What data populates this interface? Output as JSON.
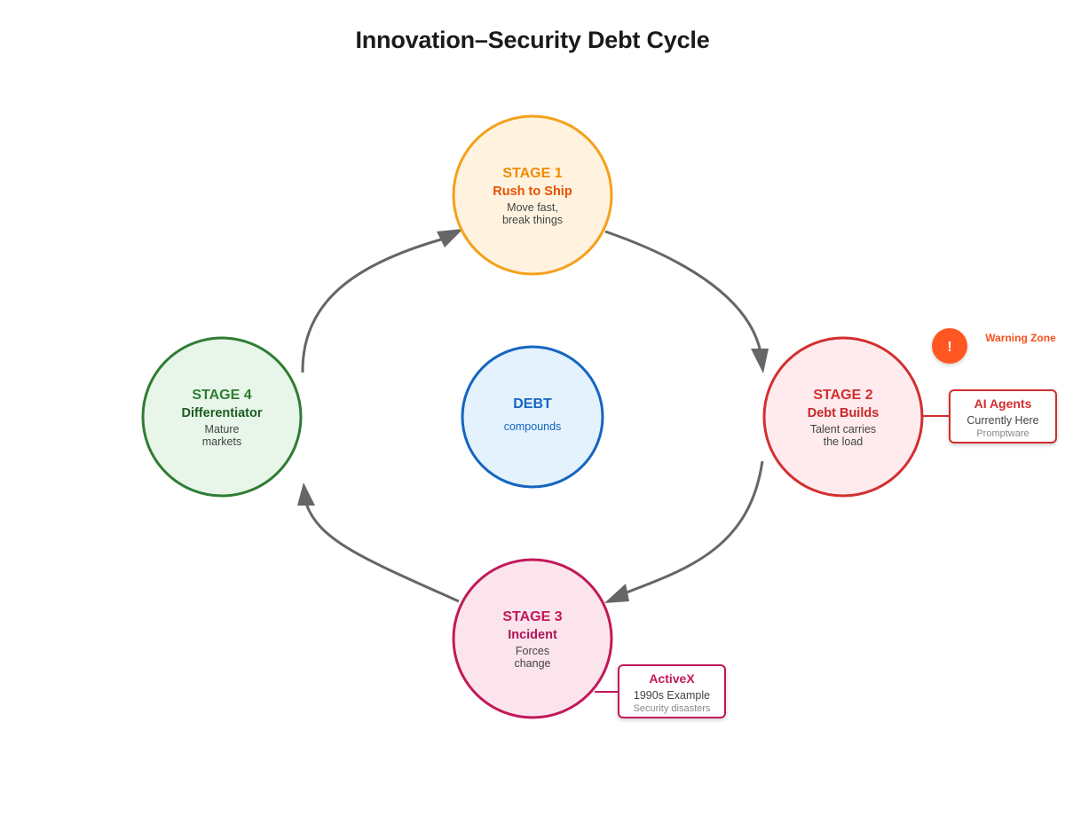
{
  "title": "Innovation–Security Debt Cycle",
  "stages": [
    {
      "label": "STAGE 1",
      "name": "Rush to Ship",
      "desc1": "Move fast,",
      "desc2": "break things",
      "stroke": "#f5a01a",
      "fill": "#fff3e0",
      "labelColor": "#f08c00",
      "nameColor": "#e65100"
    },
    {
      "label": "STAGE 2",
      "name": "Debt Builds",
      "desc1": "Talent carries",
      "desc2": "the load",
      "stroke": "#d32f2f",
      "fill": "#ffebee",
      "labelColor": "#d32f2f",
      "nameColor": "#c62828"
    },
    {
      "label": "STAGE 3",
      "name": "Incident",
      "desc1": "Forces",
      "desc2": "change",
      "stroke": "#c2185b",
      "fill": "#fce4ec",
      "labelColor": "#c2185b",
      "nameColor": "#ad1457"
    },
    {
      "label": "STAGE 4",
      "name": "Differentiator",
      "desc1": "Mature",
      "desc2": "markets",
      "stroke": "#2e7d32",
      "fill": "#e8f5e9",
      "labelColor": "#2e7d32",
      "nameColor": "#1b5e20"
    }
  ],
  "center": {
    "title": "DEBT",
    "subtitle": "compounds",
    "stroke": "#1565c0",
    "fill": "#e3f2fd"
  },
  "warning": {
    "mark": "!",
    "label": "Warning Zone",
    "color": "#ff5722"
  },
  "callouts": {
    "ai_agents": {
      "title": "AI Agents",
      "line1": "Currently Here",
      "line2": "Promptware",
      "color": "#d32f2f"
    },
    "activex": {
      "title": "ActiveX",
      "line1": "1990s Example",
      "line2": "Security disasters",
      "color": "#c2185b"
    }
  },
  "arrow_color": "#666666"
}
